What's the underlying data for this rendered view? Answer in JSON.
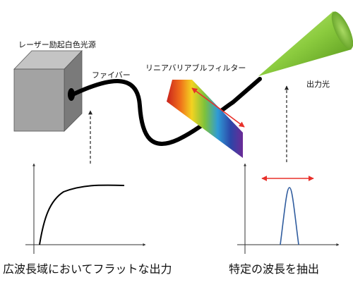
{
  "labels": {
    "light_source": "レーザー励起白色光源",
    "fiber": "ファイバー",
    "filter": "リニアバリアブルフィルター",
    "output_light": "出力光",
    "flat_output": "広波長域においてフラットな出力",
    "extract_wavelength": "特定の波長を抽出"
  },
  "colors": {
    "cube_front": "#a3a3a3",
    "cube_top": "#c4c4c4",
    "cube_side": "#7a7a7a",
    "fiber": "#000000",
    "arrow_red": "#e8302a",
    "cone_light": "#b6e27a",
    "cone_dark": "#4f8f16",
    "peak_curve": "#2f5c9e"
  },
  "icons": {
    "cube": "light-source-cube",
    "cone": "output-light-cone",
    "filter": "spectrum-filter-strip"
  }
}
